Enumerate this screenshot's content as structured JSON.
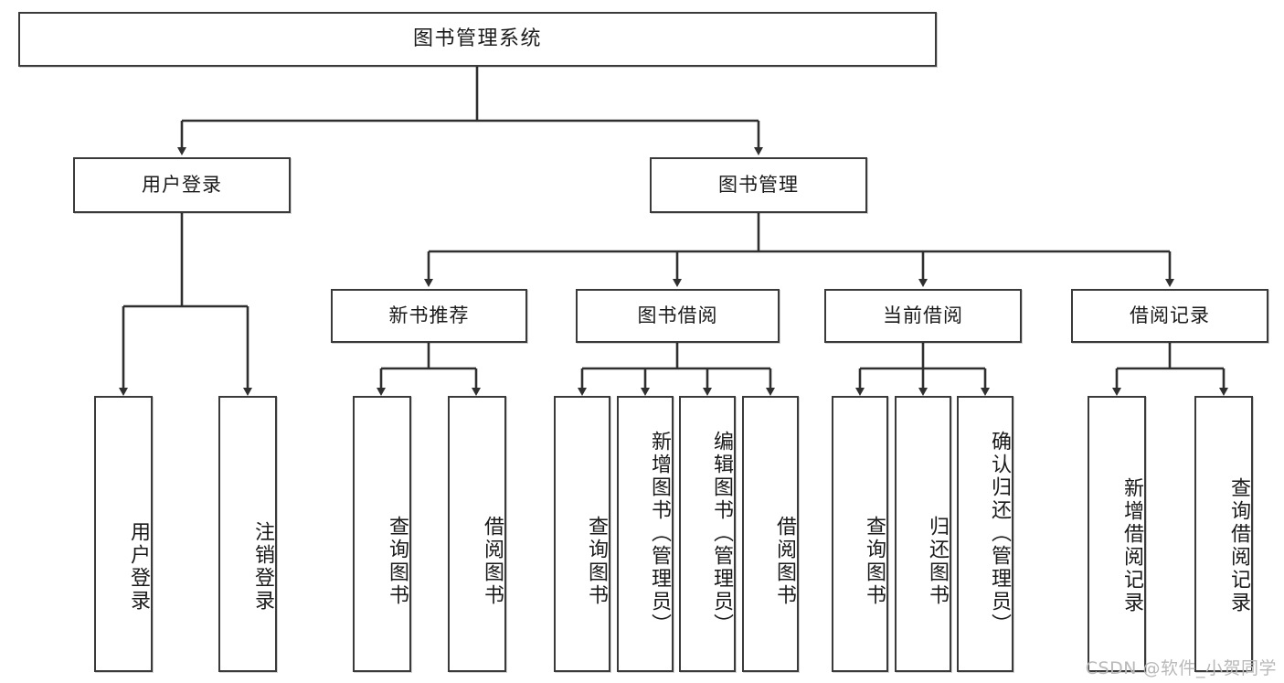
{
  "diagram": {
    "title": "图书管理系统",
    "type": "tree-hierarchy-chart",
    "colors": {
      "box_border": "#3a3a3a",
      "box_fill": "#ffffff",
      "edge": "#2f2f2f",
      "text": "#1a1a1a",
      "watermark": "#b9b9b9"
    }
  },
  "root": {
    "label": "图书管理系统"
  },
  "level2": [
    {
      "label": "用户登录"
    },
    {
      "label": "图书管理"
    }
  ],
  "level3": [
    {
      "label": "新书推荐"
    },
    {
      "label": "图书借阅"
    },
    {
      "label": "当前借阅"
    },
    {
      "label": "借阅记录"
    }
  ],
  "leaves": {
    "user_login": [
      {
        "label": "用户登录"
      },
      {
        "label": "注销登录"
      }
    ],
    "new_book_recommend": [
      {
        "label": "查询图书"
      },
      {
        "label": "借阅图书"
      }
    ],
    "book_borrow": [
      {
        "label": "查询图书"
      },
      {
        "label": "新增图书（管理员）"
      },
      {
        "label": "编辑图书（管理员）"
      },
      {
        "label": "借阅图书"
      }
    ],
    "current_borrow": [
      {
        "label": "查询图书"
      },
      {
        "label": "归还图书"
      },
      {
        "label": "确认归还（管理员）"
      }
    ],
    "borrow_record": [
      {
        "label": "新增借阅记录"
      },
      {
        "label": "查询借阅记录"
      }
    ]
  },
  "watermark": {
    "text": "CSDN @软件_小贺同学"
  }
}
